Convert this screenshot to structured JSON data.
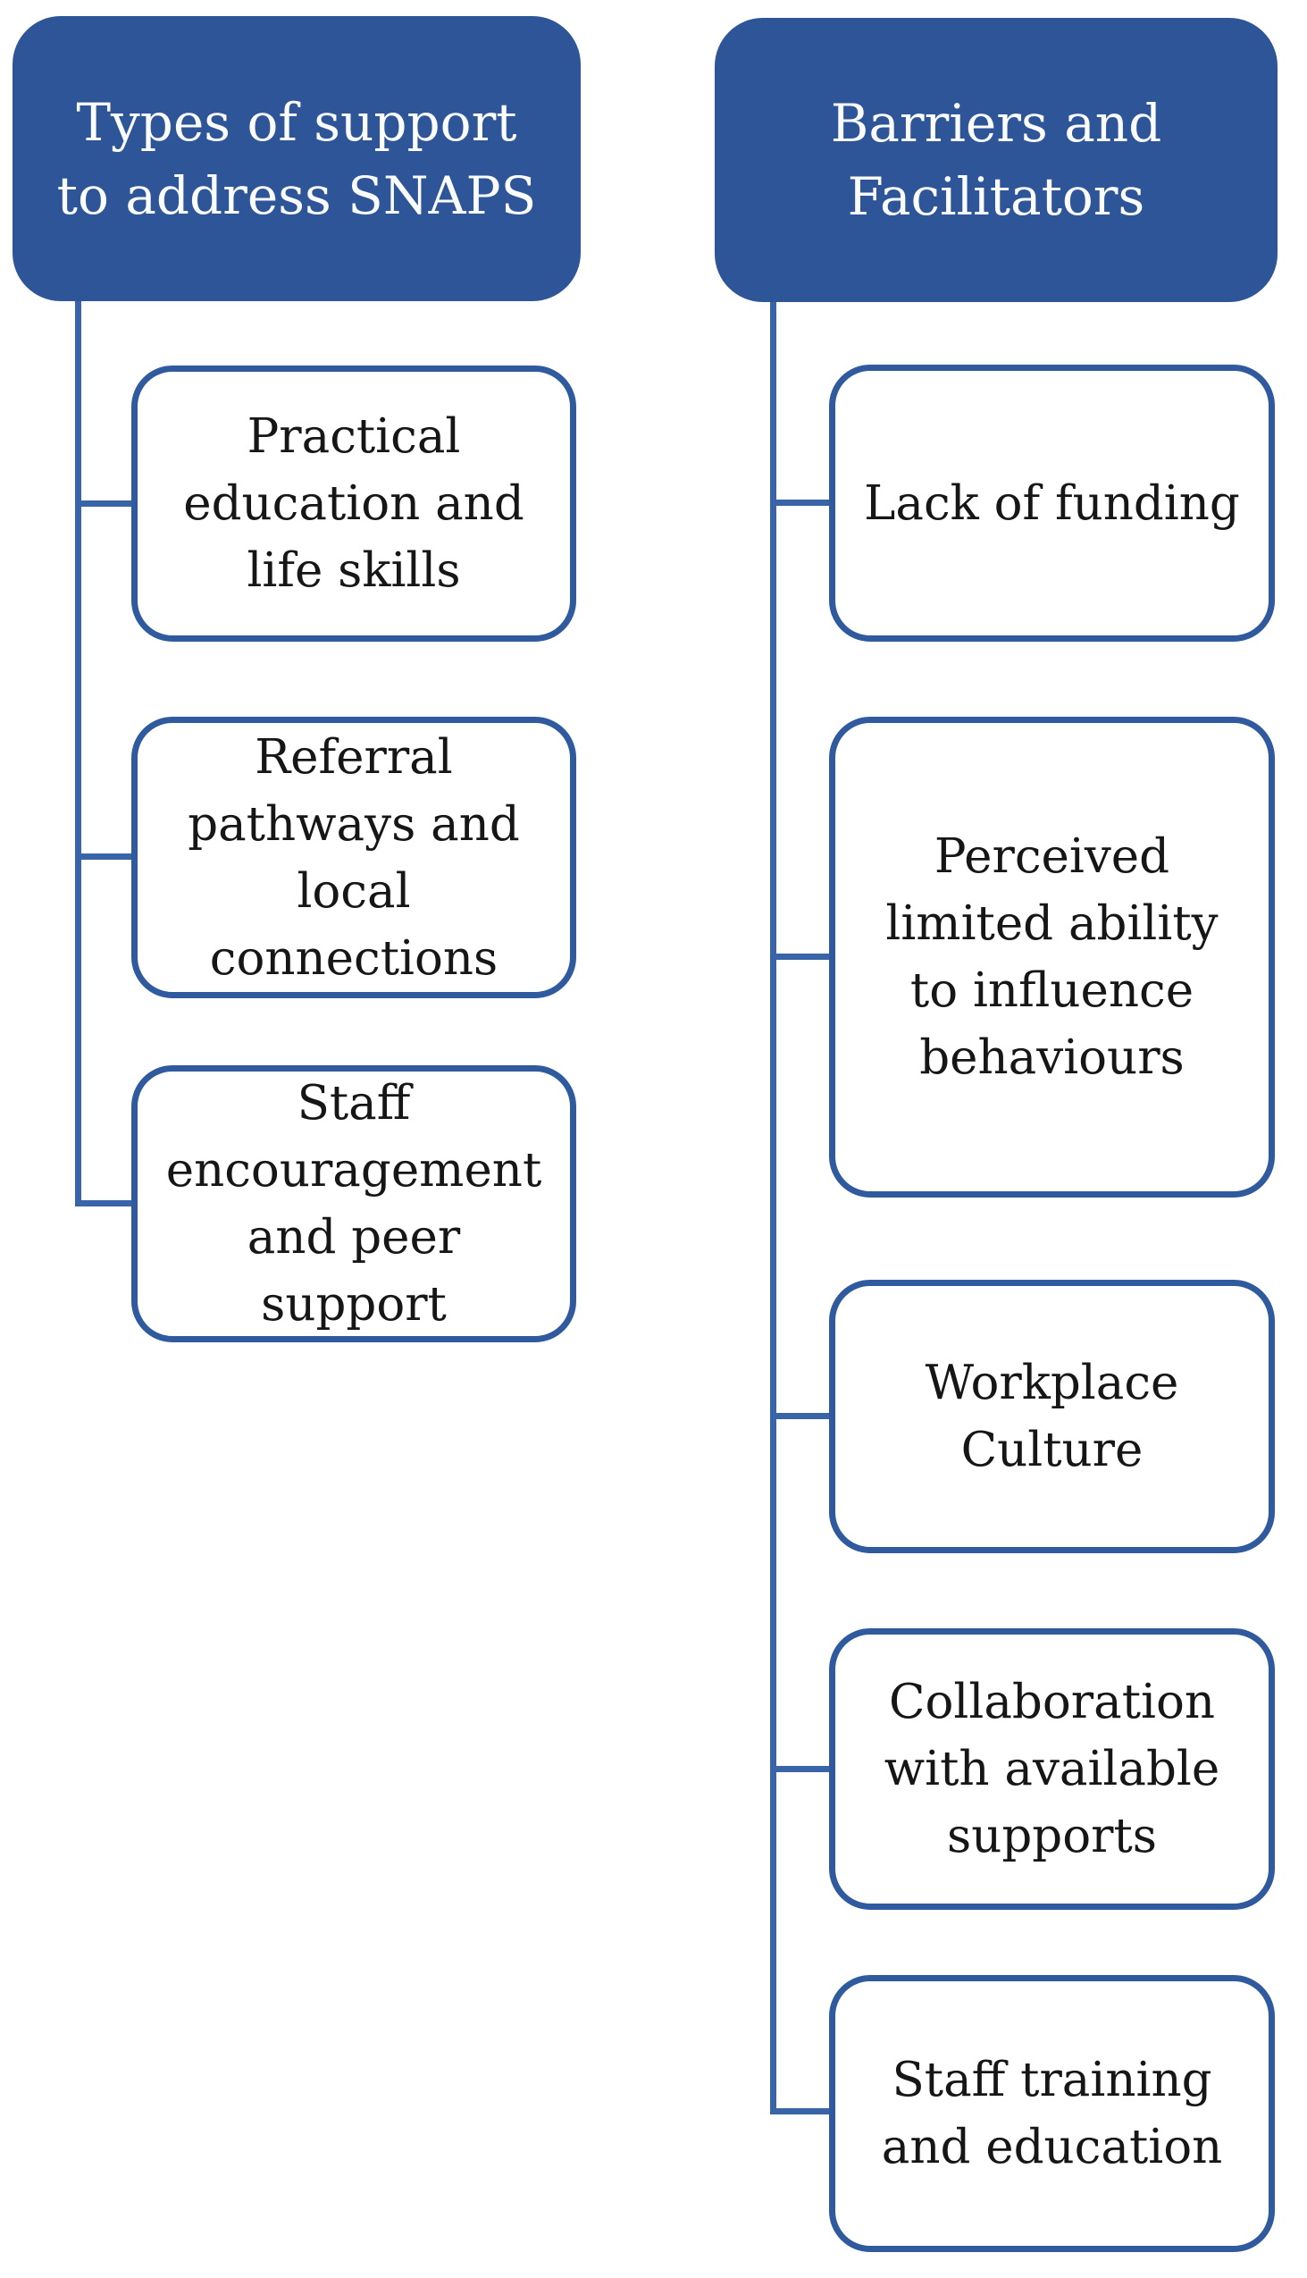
{
  "diagram": {
    "title": "Hierarchy diagram of support types and barriers/facilitators",
    "colors": {
      "background": "#ffffff",
      "header_fill": "#2e5597",
      "header_text": "#fbfcfe",
      "box_fill": "#ffffff",
      "box_border": "#2f5a9d",
      "connector": "#3a64a8",
      "body_text": "#161616"
    },
    "columns": [
      {
        "id": "types-of-support",
        "header": {
          "label": "Types of support to address SNAPS",
          "lines": [
            "Types of support",
            "to address SNAPS"
          ]
        },
        "children": [
          {
            "label": "Practical education and life skills",
            "lines": [
              "Practical",
              "education and",
              "life skills"
            ]
          },
          {
            "label": "Referral pathways and local connections",
            "lines": [
              "Referral",
              "pathways and",
              "local",
              "connections"
            ]
          },
          {
            "label": "Staff encouragement and peer support",
            "lines": [
              "Staff",
              "encouragement",
              "and peer",
              "support"
            ]
          }
        ]
      },
      {
        "id": "barriers-and-facilitators",
        "header": {
          "label": "Barriers and Facilitators",
          "lines": [
            "Barriers and",
            "Facilitators"
          ]
        },
        "children": [
          {
            "label": "Lack of funding",
            "lines": [
              "Lack of funding"
            ]
          },
          {
            "label": "Perceived limited ability to influence behaviours",
            "lines": [
              "Perceived",
              "limited ability",
              "to influence",
              "behaviours"
            ]
          },
          {
            "label": "Workplace Culture",
            "lines": [
              "Workplace",
              "Culture"
            ]
          },
          {
            "label": "Collaboration with available supports",
            "lines": [
              "Collaboration",
              "with available",
              "supports"
            ]
          },
          {
            "label": "Staff training and education",
            "lines": [
              "Staff training",
              "and education"
            ]
          }
        ]
      }
    ]
  }
}
